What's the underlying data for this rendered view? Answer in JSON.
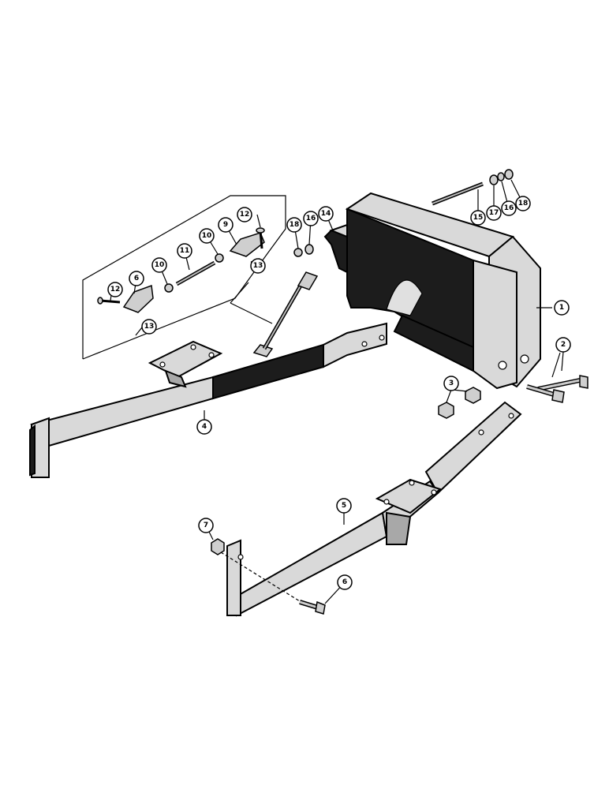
{
  "callouts": [
    {
      "id": "c1",
      "label": "1"
    },
    {
      "id": "c2",
      "label": "2"
    },
    {
      "id": "c3",
      "label": "3"
    },
    {
      "id": "c4",
      "label": "4"
    },
    {
      "id": "c5",
      "label": "5"
    },
    {
      "id": "c6a",
      "label": "6"
    },
    {
      "id": "c6b",
      "label": "6"
    },
    {
      "id": "c7",
      "label": "7"
    },
    {
      "id": "c9",
      "label": "9"
    },
    {
      "id": "c10a",
      "label": "10"
    },
    {
      "id": "c10b",
      "label": "10"
    },
    {
      "id": "c11",
      "label": "11"
    },
    {
      "id": "c12a",
      "label": "12"
    },
    {
      "id": "c12b",
      "label": "12"
    },
    {
      "id": "c13a",
      "label": "13"
    },
    {
      "id": "c13b",
      "label": "13"
    },
    {
      "id": "c14",
      "label": "14"
    },
    {
      "id": "c15",
      "label": "15"
    },
    {
      "id": "c16a",
      "label": "16"
    },
    {
      "id": "c16b",
      "label": "16"
    },
    {
      "id": "c17",
      "label": "17"
    },
    {
      "id": "c18a",
      "label": "18"
    },
    {
      "id": "c18b",
      "label": "18"
    }
  ],
  "colors": {
    "line": "#000000",
    "fill_light": "#d9d9d9",
    "fill_dark": "#1c1c1c",
    "background": "#ffffff"
  }
}
